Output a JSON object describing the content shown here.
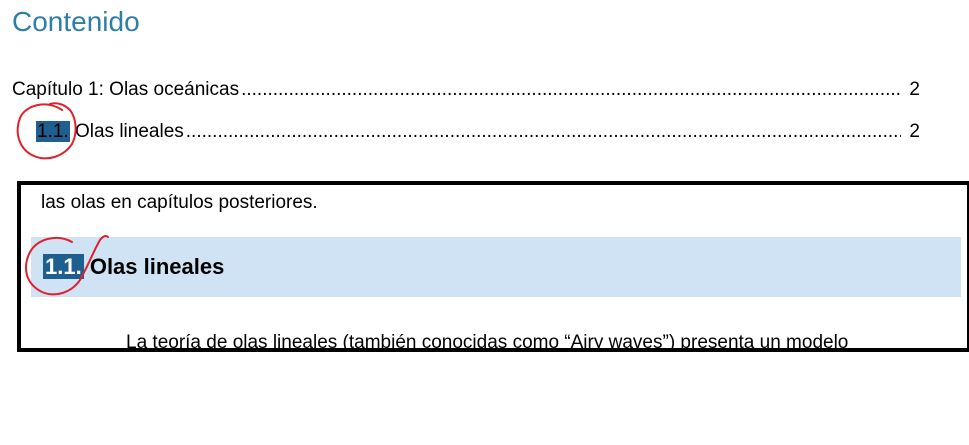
{
  "toc": {
    "title": "Contenido",
    "entries": [
      {
        "number": "",
        "text": "Capítulo 1: Olas oceánicas",
        "page": "2"
      },
      {
        "number": "1.1.",
        "text": "Olas lineales",
        "page": "2"
      }
    ]
  },
  "excerpt": {
    "prev_line": "las olas en capítulos posteriores.",
    "heading_number": "1.1.",
    "heading_title": "Olas lineales",
    "body_line": "La teoría de olas lineales (también conocidas como “Airy waves”) presenta un modelo"
  },
  "colors": {
    "title": "#2e7fa8",
    "number_highlight": "#1f5f8f",
    "heading_band": "#cfe3f4",
    "annotation": "#e0202a"
  }
}
